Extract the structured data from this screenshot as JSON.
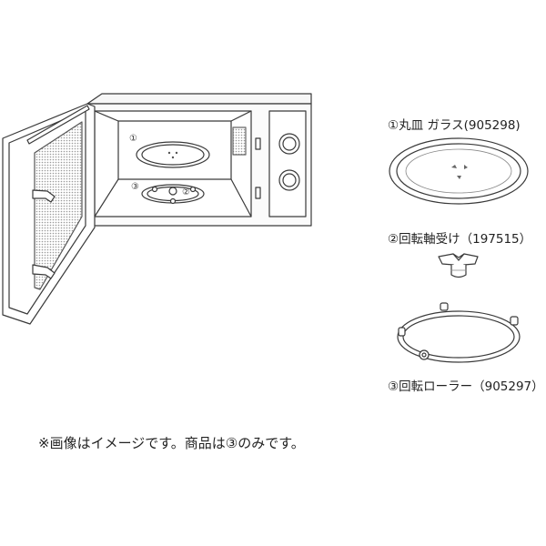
{
  "parts": [
    {
      "label": "①丸皿 ガラス(905298)"
    },
    {
      "label": "②回転軸受け（197515）"
    },
    {
      "label": "③回転ローラー（905297）"
    }
  ],
  "callouts": [
    "①",
    "③",
    "②"
  ],
  "note": "※画像はイメージです。商品は③のみです。",
  "icons": [
    "microwave-icon",
    "glass-plate-icon",
    "rotation-coupler-icon",
    "roller-ring-icon"
  ]
}
